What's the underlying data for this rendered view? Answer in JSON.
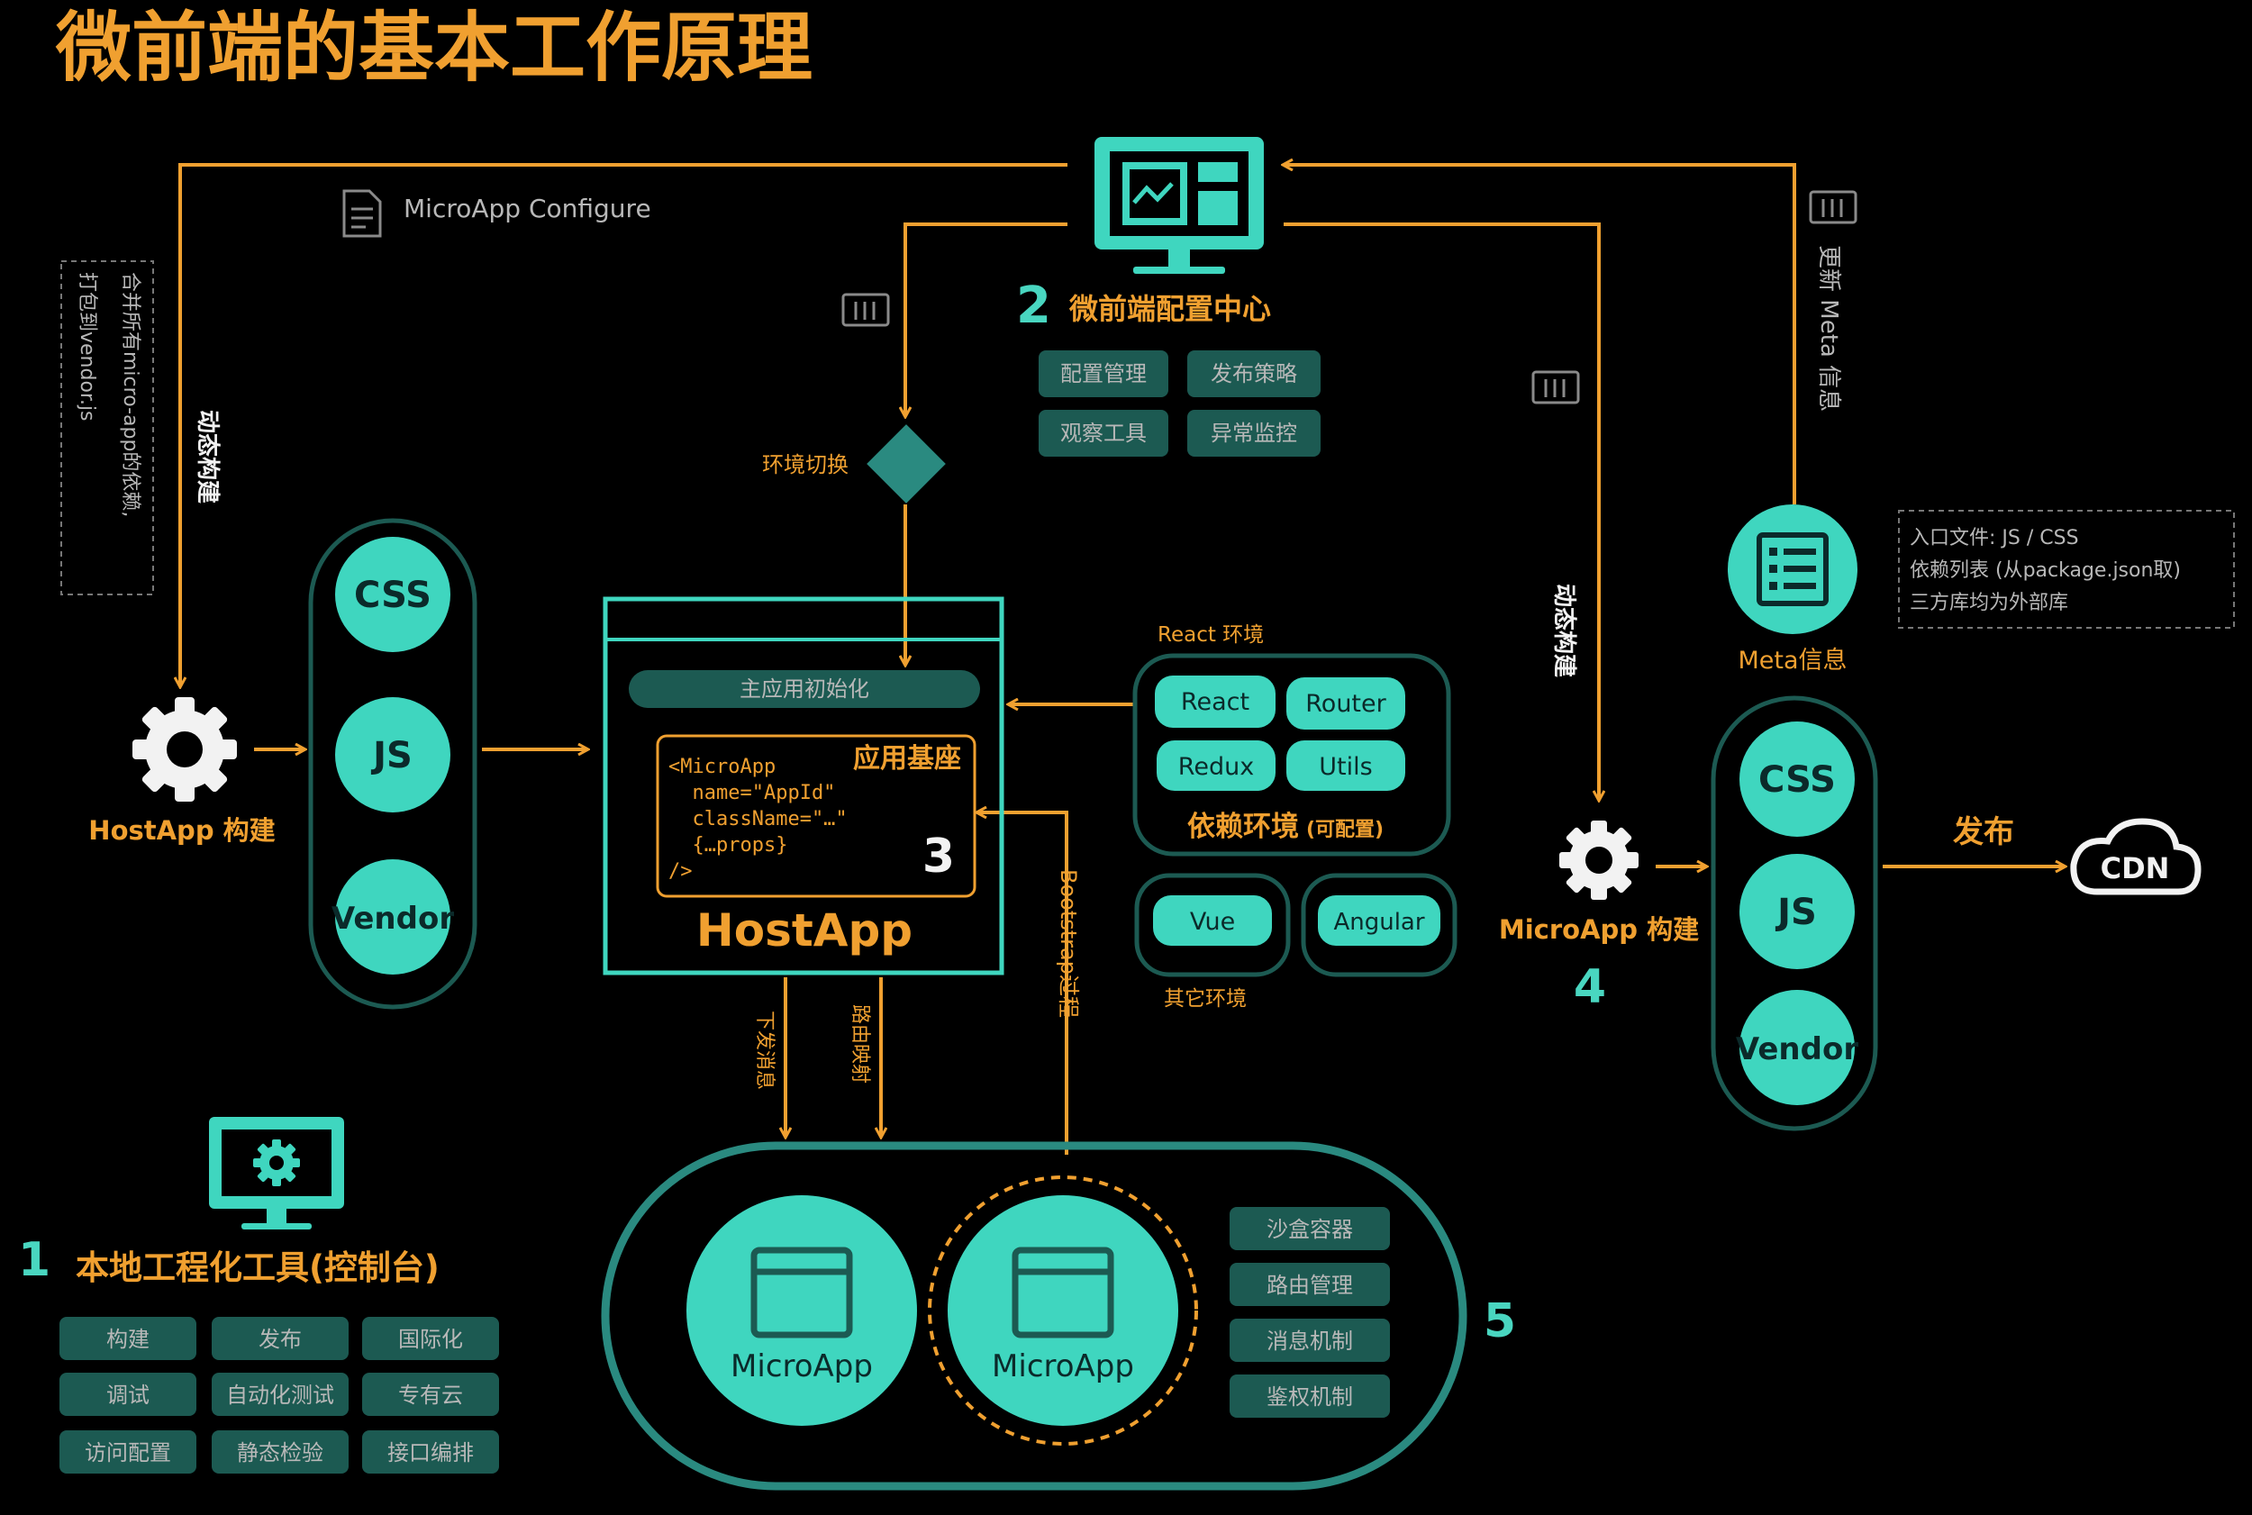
{
  "title": "微前端的基本工作原理",
  "colors": {
    "teal": "#3fd6bf",
    "tealDark": "#1c5a52",
    "orange": "#f0a030",
    "bg": "#000000"
  },
  "config_label": "MicroApp Configure",
  "left_dashed_note": [
    "合并所有micro-app的依赖,",
    "打包到vendor.js"
  ],
  "dynamic_build_left": "动态构建",
  "dynamic_build_right": "动态构建",
  "hostapp_build": "HostApp 构建",
  "left_pill": [
    "CSS",
    "JS",
    "Vendor"
  ],
  "config_center": {
    "number": "2",
    "title": "微前端配置中心",
    "buttons": [
      "配置管理",
      "发布策略",
      "观察工具",
      "异常监控"
    ]
  },
  "env_switch": "环境切换",
  "hostapp": {
    "init": "主应用初始化",
    "base_label": "应用基座",
    "code": [
      "<MicroApp",
      "  name=\"AppId\"",
      "  className=\"…\"",
      "  {…props}",
      "/>"
    ],
    "number": "3",
    "name": "HostApp"
  },
  "react_env_label": "React 环境",
  "react_env_items": [
    "React",
    "Router",
    "Redux",
    "Utils"
  ],
  "deps_env_label": "依赖环境",
  "deps_env_suffix": "(可配置)",
  "other_env_items": [
    "Vue",
    "Angular"
  ],
  "other_env_label": "其它环境",
  "bootstrap": "Bootstrap过程",
  "dispatch_msg": "下发消息",
  "route_map": "路由映射",
  "update_meta": "更新 Meta 信息",
  "meta_label": "Meta信息",
  "meta_note": [
    "入口文件: JS / CSS",
    "依赖列表 (从package.json取)",
    "三方库均为外部库"
  ],
  "microapp_build": "MicroApp 构建",
  "microapp_build_number": "4",
  "right_pill": [
    "CSS",
    "JS",
    "Vendor"
  ],
  "publish": "发布",
  "cdn": "CDN",
  "local_tool": {
    "number": "1",
    "title": "本地工程化工具(控制台)",
    "buttons": [
      "构建",
      "发布",
      "国际化",
      "调试",
      "自动化测试",
      "专有云",
      "访问配置",
      "静态检验",
      "接口编排"
    ]
  },
  "container": {
    "number": "5",
    "apps": [
      "MicroApp",
      "MicroApp"
    ],
    "features": [
      "沙盒容器",
      "路由管理",
      "消息机制",
      "鉴权机制"
    ]
  }
}
